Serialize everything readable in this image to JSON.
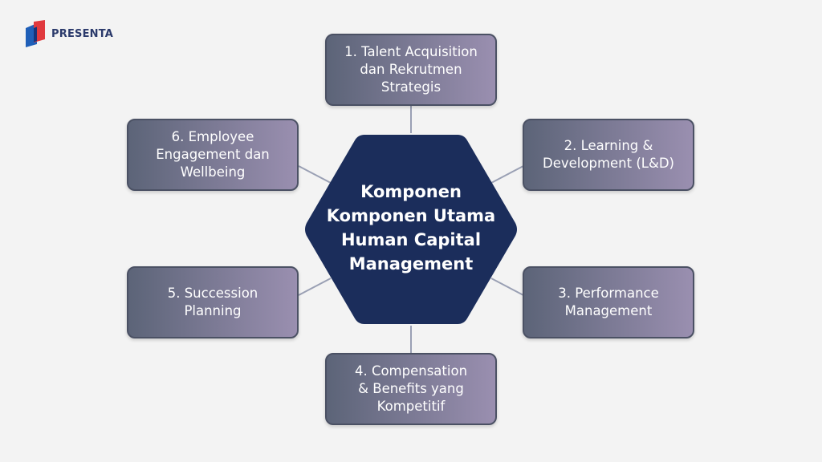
{
  "brand": {
    "name": "PRESENTA"
  },
  "center": {
    "lines": [
      "Komponen",
      "Komponen Utama",
      "Human Capital",
      "Management"
    ],
    "color": "#1b2d5b"
  },
  "components": [
    {
      "lines": [
        "1. Talent Acquisition",
        "dan Rekrutmen",
        "Strategis"
      ]
    },
    {
      "lines": [
        "2. Learning &",
        "Development (L&D)"
      ]
    },
    {
      "lines": [
        "3. Performance",
        "Management"
      ]
    },
    {
      "lines": [
        "4. Compensation",
        "& Benefits yang",
        "Kompetitif"
      ]
    },
    {
      "lines": [
        "5. Succession",
        "Planning"
      ]
    },
    {
      "lines": [
        "6. Employee",
        "Engagement dan",
        "Wellbeing"
      ]
    }
  ],
  "colors": {
    "box_start": "#5c6478",
    "box_end": "#9a8fb0",
    "connector": "#9aa0b4"
  }
}
